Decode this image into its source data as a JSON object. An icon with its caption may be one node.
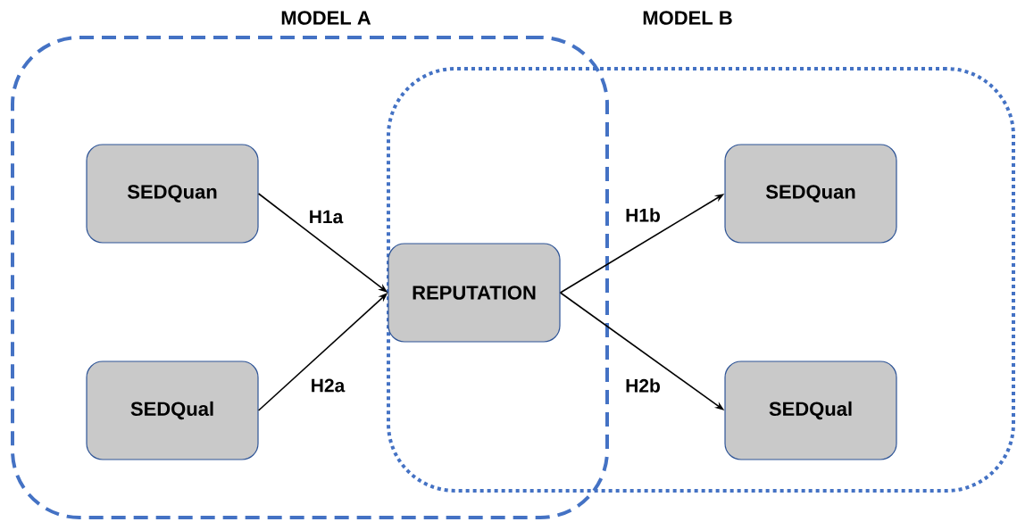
{
  "diagram": {
    "nodes": [
      {
        "text": [
          "MODEL A"
        ]
      },
      {
        "text": [
          "MODEL B"
        ]
      },
      {
        "text": [
          "SEDQuan"
        ],
        "in": 0
      },
      {
        "text": [
          "SEDQual"
        ],
        "in": 0
      },
      {
        "text": [
          "REPUTATION"
        ]
      },
      {
        "text": [
          "SEDQuan"
        ],
        "in": 1
      },
      {
        "text": [
          "SEDQual"
        ],
        "in": 1
      }
    ],
    "edges": [
      {
        "from": 2,
        "to": 4,
        "arrow": "to",
        "label": "H1a"
      },
      {
        "from": 3,
        "to": 4,
        "arrow": "to",
        "label": "H2a"
      },
      {
        "from": 4,
        "to": 5,
        "arrow": "to",
        "label": "H1b"
      },
      {
        "from": 4,
        "to": 6,
        "arrow": "to",
        "label": "H2b"
      }
    ]
  }
}
